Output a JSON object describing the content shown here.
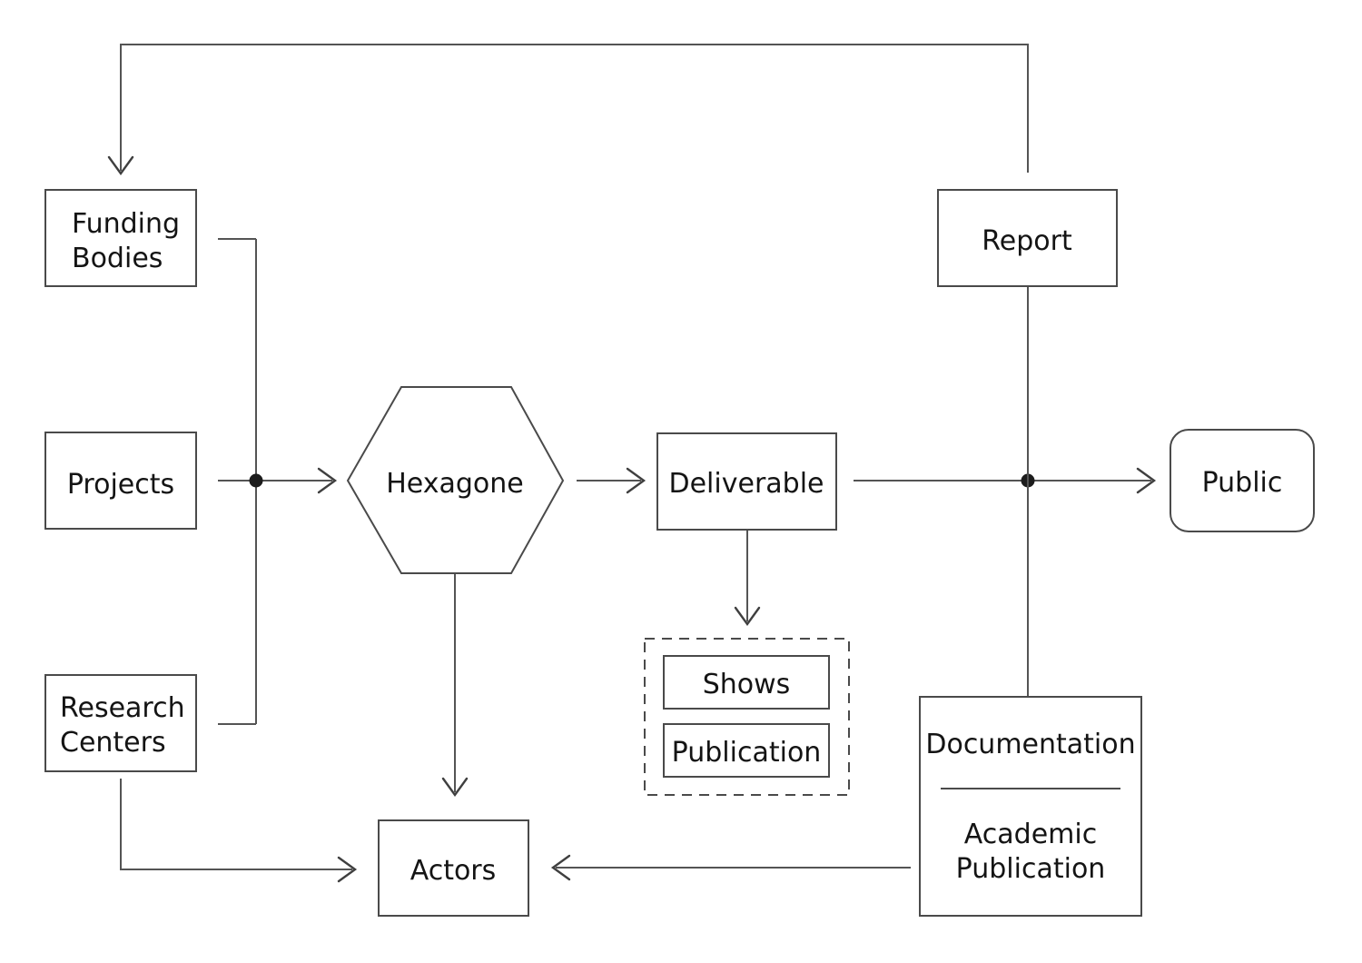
{
  "diagram": {
    "type": "flowchart",
    "background": "#ffffff",
    "colors": {
      "line": "#545454",
      "box_border": "#4a4a4a",
      "text": "#141414",
      "junction_dot": "#1c1c1c"
    },
    "nodes": {
      "funding_bodies": {
        "label": "Funding Bodies",
        "line1": "Funding",
        "line2": "Bodies",
        "shape": "rectangle"
      },
      "projects": {
        "label": "Projects",
        "shape": "rectangle"
      },
      "research_centers": {
        "label": "Research Centers",
        "line1": "Research",
        "line2": "Centers",
        "shape": "rectangle"
      },
      "hexagone": {
        "label": "Hexagone",
        "shape": "hexagon"
      },
      "deliverable": {
        "label": "Deliverable",
        "shape": "rectangle"
      },
      "report": {
        "label": "Report",
        "shape": "rectangle"
      },
      "public": {
        "label": "Public",
        "shape": "rounded-rectangle"
      },
      "shows": {
        "label": "Shows",
        "shape": "rectangle",
        "container": "dashed-group"
      },
      "publication": {
        "label": "Publication",
        "shape": "rectangle",
        "container": "dashed-group"
      },
      "documentation": {
        "title": "Documentation",
        "subtitle_line1": "Academic",
        "subtitle_line2": "Publication",
        "shape": "rectangle-with-divider"
      },
      "actors": {
        "label": "Actors",
        "shape": "rectangle"
      }
    },
    "edges": [
      {
        "from": "Report",
        "to": "Funding Bodies",
        "style": "arrow",
        "route": "up-left-down"
      },
      {
        "from": "Funding Bodies",
        "to": "trunk-junction",
        "style": "line"
      },
      {
        "from": "Research Centers",
        "to": "trunk-junction",
        "style": "line"
      },
      {
        "from": "Projects",
        "to": "Hexagone",
        "style": "arrow",
        "junction_dot": true
      },
      {
        "from": "Hexagone",
        "to": "Deliverable",
        "style": "arrow"
      },
      {
        "from": "Deliverable",
        "to": "Public",
        "style": "arrow",
        "junction_dot": true
      },
      {
        "from": "Report",
        "to": "Documentation",
        "style": "line"
      },
      {
        "from": "Deliverable",
        "to": "Shows / Publication group",
        "style": "arrow"
      },
      {
        "from": "Hexagone",
        "to": "Actors",
        "style": "arrow"
      },
      {
        "from": "Research Centers",
        "to": "Actors",
        "style": "arrow"
      },
      {
        "from": "Documentation",
        "to": "Actors",
        "style": "arrow"
      }
    ]
  }
}
